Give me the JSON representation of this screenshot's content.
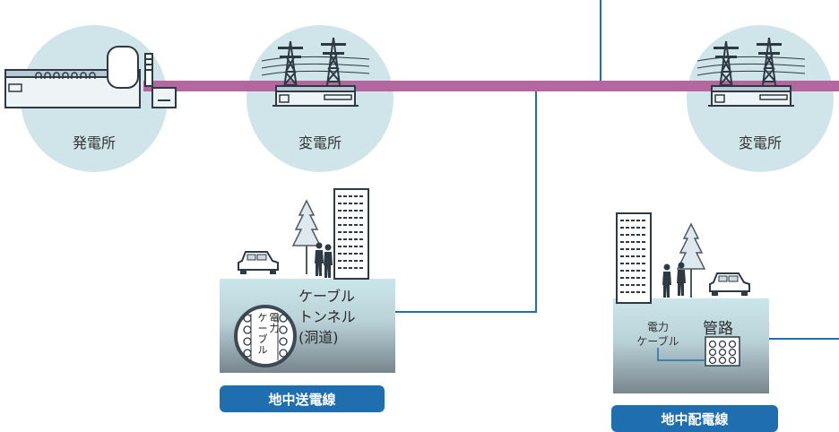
{
  "stations": {
    "power_plant": "発電所",
    "substation_1": "変電所",
    "substation_2": "変電所"
  },
  "transmission": {
    "tunnel_line1": "ケーブル",
    "tunnel_line2": "トンネル",
    "tunnel_line3": "(洞道)",
    "inner_col1": "ケ|ー|ブ|ル",
    "inner_col2": "電|力",
    "badge": "地中送電線"
  },
  "distribution": {
    "duct_label": "管路",
    "cable_line1": "電力",
    "cable_line2": "ケーブル",
    "badge": "地中配電線"
  },
  "colors": {
    "circle_fill": "#cfe5ea",
    "main_line": "#b3679e",
    "blue_line": "#1f6fb0",
    "badge_bg": "#1f6fb0",
    "ground_top": "#c9e4e8",
    "ground_bottom": "#7b8890"
  }
}
